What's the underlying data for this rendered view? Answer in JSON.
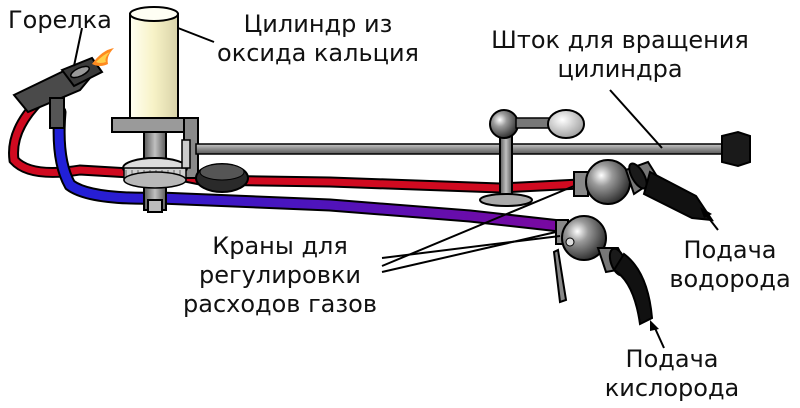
{
  "labels": {
    "burner": "Горелка",
    "cylinder": [
      "Цилиндр из",
      "оксида кальция"
    ],
    "rod": [
      "Шток для вращения",
      "цилиндра"
    ],
    "valves": [
      "Краны для",
      "регулировки",
      "расходов газов"
    ],
    "hydrogen": [
      "Подача",
      "водорода"
    ],
    "oxygen": [
      "Подача",
      "кислорода"
    ]
  },
  "colors": {
    "hydrogen_tube": "#cc0a1e",
    "oxygen_tube": "#1c1cdc",
    "mixed_tube": "#6a0aa8",
    "metal": "#8a8a8a",
    "cylinder": "#fdfbe0",
    "flame": "#ff8a20"
  }
}
